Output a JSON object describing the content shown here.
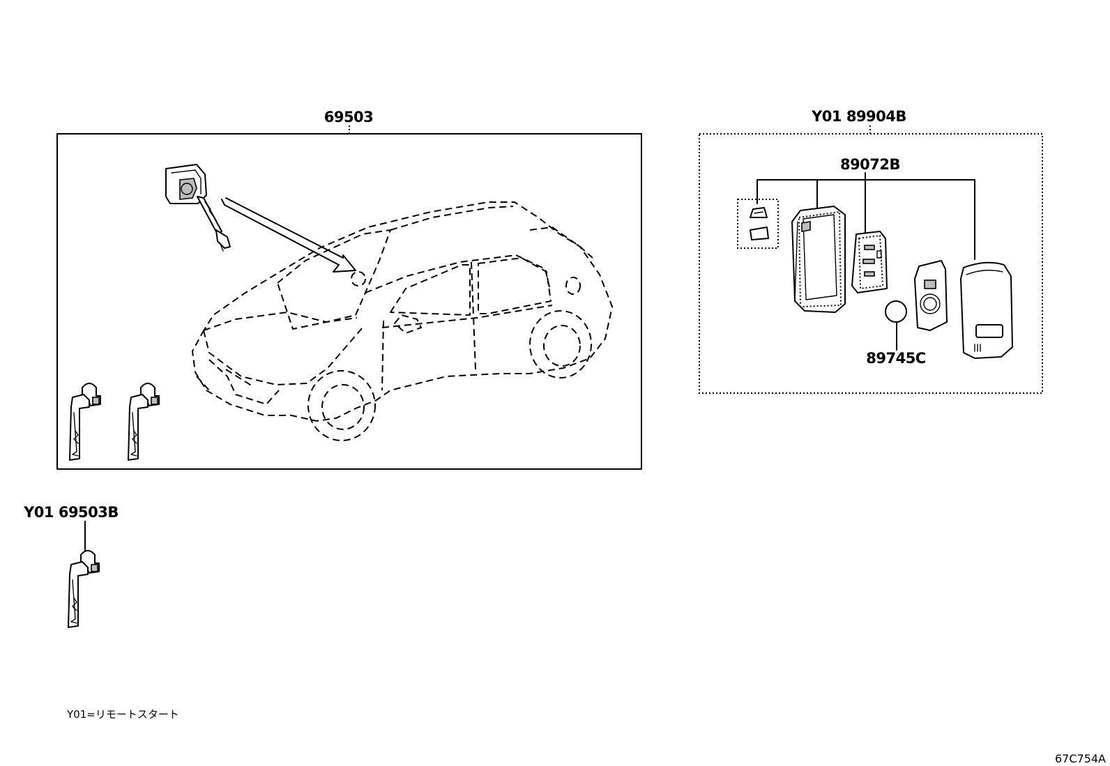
{
  "labels": {
    "kit_69503": "69503",
    "set_89904b": "Y01 89904B",
    "sub_89072b": "89072B",
    "battery_89745c": "89745C",
    "key_69503b": "Y01 69503B"
  },
  "note": "Y01=リモートスタート",
  "diagram_code": "67C754A"
}
